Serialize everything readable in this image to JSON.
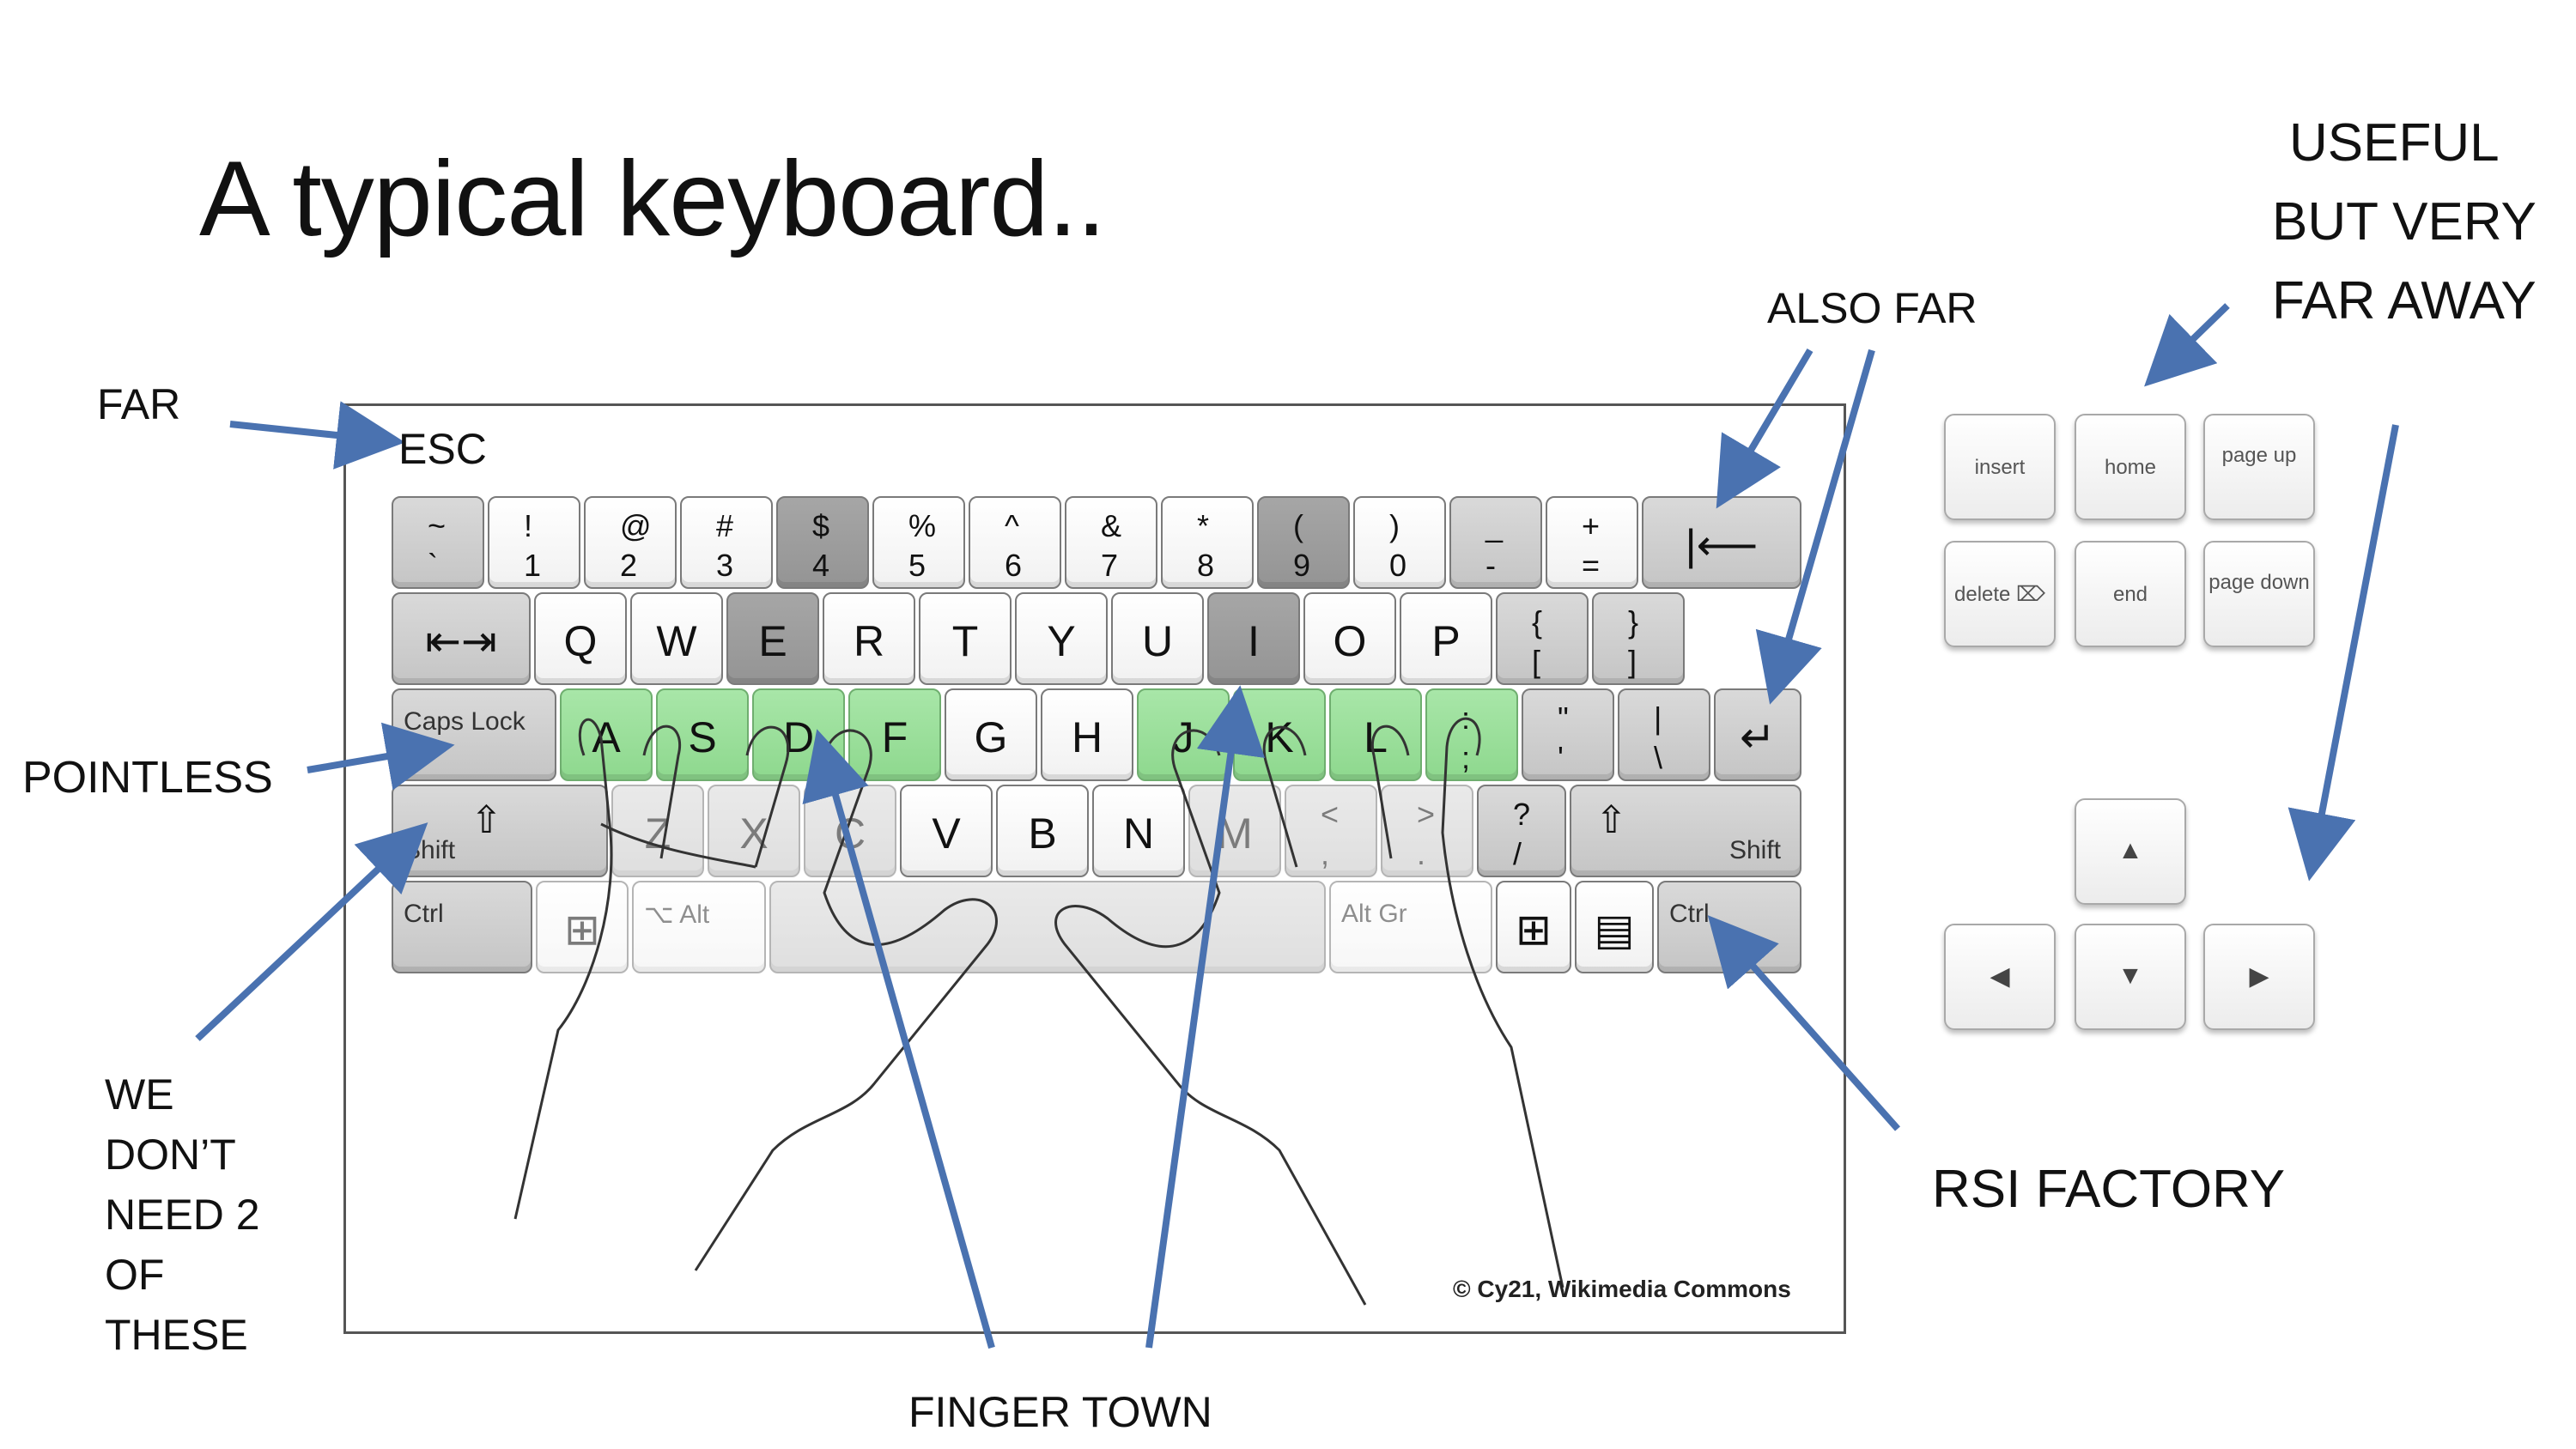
{
  "title": "A typical keyboard..",
  "annotations": {
    "far": "FAR",
    "esc": "ESC",
    "also_far": "ALSO FAR",
    "useful_lines": [
      "USEFUL",
      "BUT VERY",
      "FAR AWAY"
    ],
    "pointless": "POINTLESS",
    "we_dont_need_lines": [
      "WE",
      "DON’T",
      "NEED 2",
      "OF",
      "THESE"
    ],
    "rsi_factory": "RSI FACTORY",
    "finger_town": "FINGER TOWN"
  },
  "credit": "© Cy21, Wikimedia Commons",
  "keyboard": {
    "row1": [
      {
        "top": "~",
        "bot": "`"
      },
      {
        "top": "!",
        "bot": "1"
      },
      {
        "top": "@",
        "bot": "2"
      },
      {
        "top": "#",
        "bot": "3"
      },
      {
        "top": "$",
        "bot": "4"
      },
      {
        "top": "%",
        "bot": "5"
      },
      {
        "top": "^",
        "bot": "6"
      },
      {
        "top": "&",
        "bot": "7"
      },
      {
        "top": "*",
        "bot": "8"
      },
      {
        "top": "(",
        "bot": "9"
      },
      {
        "top": ")",
        "bot": "0"
      },
      {
        "top": "_",
        "bot": "-"
      },
      {
        "top": "+",
        "bot": "="
      },
      {
        "main": "|⟵"
      }
    ],
    "row2": [
      {
        "main": "⇤⇥"
      },
      {
        "main": "Q"
      },
      {
        "main": "W"
      },
      {
        "main": "E"
      },
      {
        "main": "R"
      },
      {
        "main": "T"
      },
      {
        "main": "Y"
      },
      {
        "main": "U"
      },
      {
        "main": "I"
      },
      {
        "main": "O"
      },
      {
        "main": "P"
      },
      {
        "top": "{",
        "bot": "["
      },
      {
        "top": "}",
        "bot": "]"
      }
    ],
    "row3": [
      {
        "small": "Caps Lock"
      },
      {
        "main": "A"
      },
      {
        "main": "S"
      },
      {
        "main": "D"
      },
      {
        "main": "F"
      },
      {
        "main": "G"
      },
      {
        "main": "H"
      },
      {
        "main": "J"
      },
      {
        "main": "K"
      },
      {
        "main": "L"
      },
      {
        "top": ":",
        "bot": ";"
      },
      {
        "top": "\"",
        "bot": "'"
      },
      {
        "top": "|",
        "bot": "\\"
      },
      {
        "main": "↵"
      }
    ],
    "row4": [
      {
        "small": "Shift",
        "icon": "⇧"
      },
      {
        "main": "Z"
      },
      {
        "main": "X"
      },
      {
        "main": "C"
      },
      {
        "main": "V"
      },
      {
        "main": "B"
      },
      {
        "main": "N"
      },
      {
        "main": "M"
      },
      {
        "top": "<",
        "bot": ","
      },
      {
        "top": ">",
        "bot": "."
      },
      {
        "top": "?",
        "bot": "/"
      },
      {
        "small": "Shift",
        "icon": "⇧"
      }
    ],
    "row5": [
      {
        "small": "Ctrl"
      },
      {
        "main": "⊞"
      },
      {
        "small": "⌥ Alt"
      },
      {
        "main": ""
      },
      {
        "small": "Alt Gr"
      },
      {
        "main": "⊞"
      },
      {
        "main": "▤"
      },
      {
        "small": "Ctrl"
      }
    ]
  },
  "nav_keys": [
    "insert",
    "home",
    "page up",
    "delete ⌦",
    "end",
    "page down"
  ],
  "arrow_keys": [
    "▲",
    "◀",
    "▼",
    "▶"
  ],
  "colors": {
    "home_row": "#8ed88e",
    "arrow": "#4a72b0",
    "key_dark": "#9a9a9a"
  }
}
